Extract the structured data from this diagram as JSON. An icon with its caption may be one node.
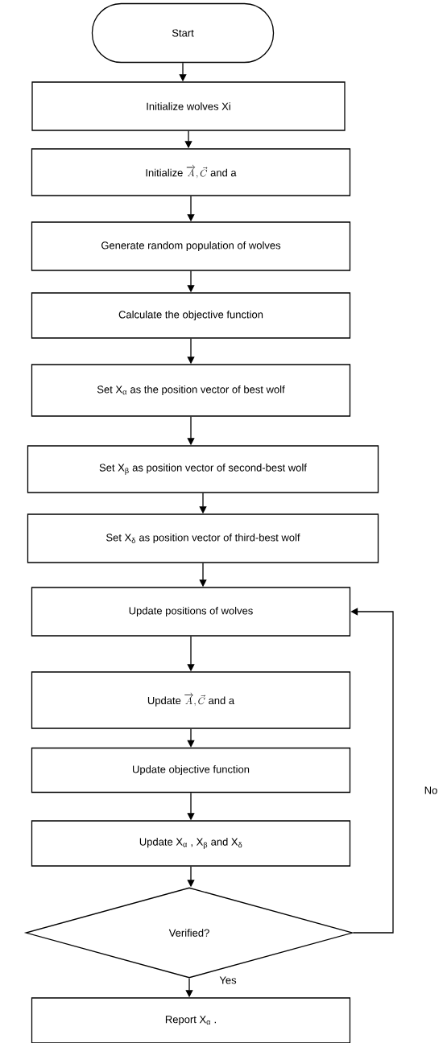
{
  "diagram": {
    "nodes": [
      {
        "text": [
          "Start"
        ]
      },
      {
        "text": [
          "Initialize wolves Xi"
        ]
      },
      {
        "text": [
          "\\text{Initialize }\\overrightarrow{A},\\vec{C}\\text{ and a}"
        ]
      },
      {
        "text": [
          "Generate random population of wolves"
        ]
      },
      {
        "text": [
          "Calculate the objective function"
        ]
      },
      {
        "text": [
          "Set X$_{α}$ as the position vector of best wolf"
        ]
      },
      {
        "text": [
          "Set X$_{β}$ as position vector of second-best wolf"
        ]
      },
      {
        "text": [
          "Set X$_{δ}$ as position vector of  third-best wolf"
        ]
      },
      {
        "text": [
          "Update positions of wolves"
        ]
      },
      {
        "text": [
          "\\text{Update }\\overrightarrow{A},\\vec{C}\\text{ and a}"
        ]
      },
      {
        "text": [
          "Update objective function"
        ]
      },
      {
        "text": [
          "Update X$_{α}$ , X$_{β}$ and  X$_{δ}$"
        ]
      },
      {
        "text": [
          "Verified?"
        ]
      },
      {
        "text": [
          "Report X$_{α}$ ."
        ]
      }
    ],
    "edges": [
      {
        "from": 0,
        "to": 1,
        "arrow": "to"
      },
      {
        "from": 1,
        "to": 2,
        "arrow": "to"
      },
      {
        "from": 2,
        "to": 3,
        "arrow": "to"
      },
      {
        "from": 3,
        "to": 4,
        "arrow": "to"
      },
      {
        "from": 4,
        "to": 5,
        "arrow": "to"
      },
      {
        "from": 5,
        "to": 6,
        "arrow": "to"
      },
      {
        "from": 6,
        "to": 7,
        "arrow": "to"
      },
      {
        "from": 7,
        "to": 8,
        "arrow": "to"
      },
      {
        "from": 8,
        "to": 9,
        "arrow": "to"
      },
      {
        "from": 9,
        "to": 10,
        "arrow": "to"
      },
      {
        "from": 10,
        "to": 11,
        "arrow": "to"
      },
      {
        "from": 11,
        "to": 12,
        "arrow": "to"
      },
      {
        "from": 12,
        "to": 13,
        "arrow": "to",
        "label": "Yes"
      },
      {
        "from": 12,
        "to": 8,
        "arrow": "to",
        "label": "No"
      }
    ]
  }
}
